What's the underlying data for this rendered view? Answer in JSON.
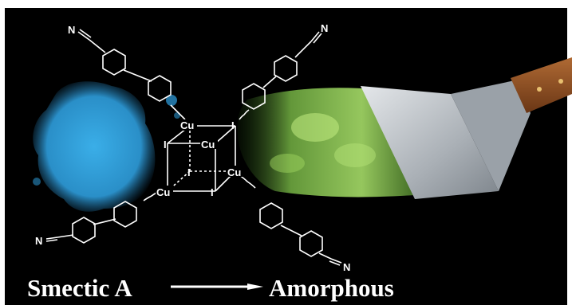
{
  "caption": {
    "from_phase": "Smectic A",
    "to_phase": "Amorphous"
  },
  "cluster": {
    "metal": "Cu",
    "halide": "I",
    "substituent": "N"
  },
  "colors": {
    "background": "#000000",
    "blue_emission": "#2ea0dc",
    "green_emission": "#8fd15a",
    "structure": "#ffffff",
    "spatula_blade": "#b9bec4",
    "spatula_handle": "#8a4a22"
  },
  "icons": [
    "spatula-icon",
    "reaction-arrow-icon"
  ]
}
